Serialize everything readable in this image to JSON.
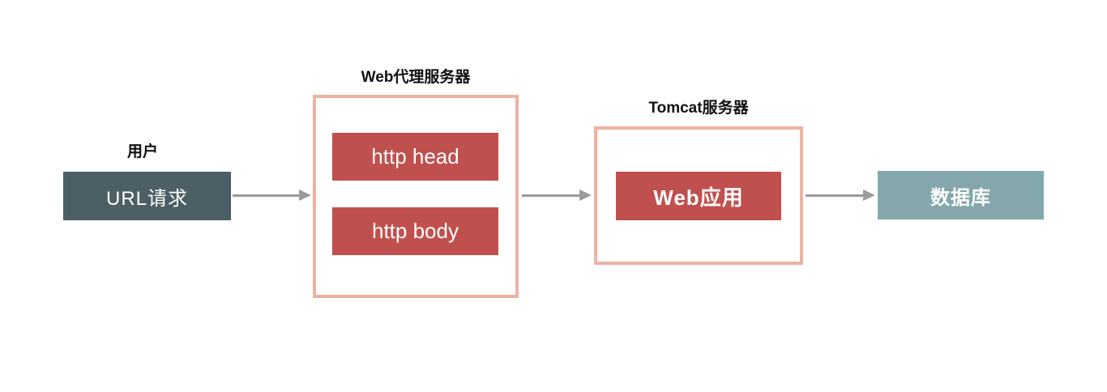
{
  "diagram": {
    "title_implicit": "",
    "user": {
      "label": "用户",
      "box_text": "URL请求"
    },
    "proxy_server": {
      "label": "Web代理服务器",
      "items": [
        {
          "text": "http head"
        },
        {
          "text": "http body"
        }
      ]
    },
    "tomcat_server": {
      "label": "Tomcat服务器",
      "items": [
        {
          "text": "Web应用"
        }
      ]
    },
    "database": {
      "box_text": "数据库"
    },
    "arrows": [
      {
        "from": "URL请求",
        "to": "Web代理服务器"
      },
      {
        "from": "Web代理服务器",
        "to": "Tomcat服务器"
      },
      {
        "from": "Tomcat服务器",
        "to": "数据库"
      }
    ]
  },
  "colors": {
    "background": "#ffffff",
    "slate_box": "#4d5f66",
    "red_box": "#c0504e",
    "teal_box": "#83a7ac",
    "container_border": "#eeb2a3",
    "arrow_gray": "#999b9c",
    "label_text": "#111111",
    "box_text": "#ffffff"
  }
}
